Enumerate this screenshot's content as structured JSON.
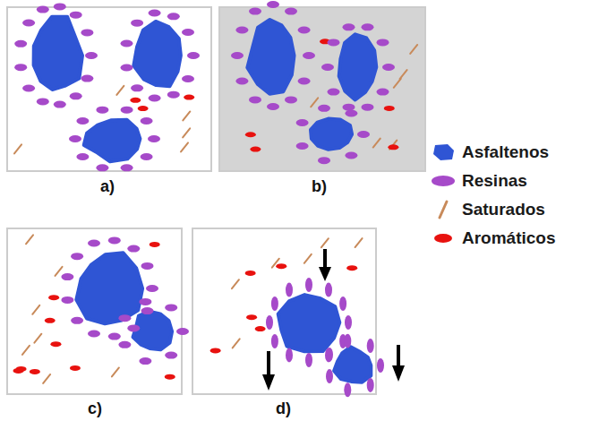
{
  "diagram": {
    "labels": [
      "a)",
      "b)",
      "c)",
      "d)"
    ],
    "legend": [
      {
        "text": "Asfaltenos",
        "color": "#2f55d4"
      },
      {
        "text": "Resinas",
        "color": "#a64ac9"
      },
      {
        "text": "Saturados",
        "color": "#c88a5a"
      },
      {
        "text": "Aromáticos",
        "color": "#e8120f"
      }
    ]
  }
}
